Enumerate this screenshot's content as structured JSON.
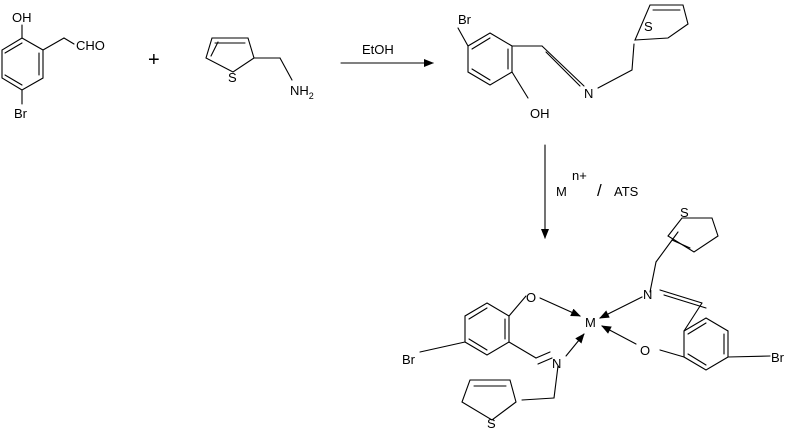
{
  "reactant1": {
    "oh": "OH",
    "cho": "CHO",
    "br": "Br"
  },
  "plus": "+",
  "reactant2": {
    "s": "S",
    "nh2": "NH",
    "nh2_sub": "2"
  },
  "arrow1": {
    "label": "EtOH"
  },
  "product": {
    "br": "Br",
    "s": "S",
    "n": "N",
    "oh": "OH"
  },
  "arrow2": {
    "metal": "M",
    "charge": "n+",
    "slash": "/",
    "reagent": "ATS"
  },
  "complex": {
    "metal": "M",
    "o_left": "O",
    "o_right": "O",
    "n_left": "N",
    "n_right": "N",
    "br_left": "Br",
    "br_right": "Br",
    "s_top": "S",
    "s_bottom": "S"
  }
}
